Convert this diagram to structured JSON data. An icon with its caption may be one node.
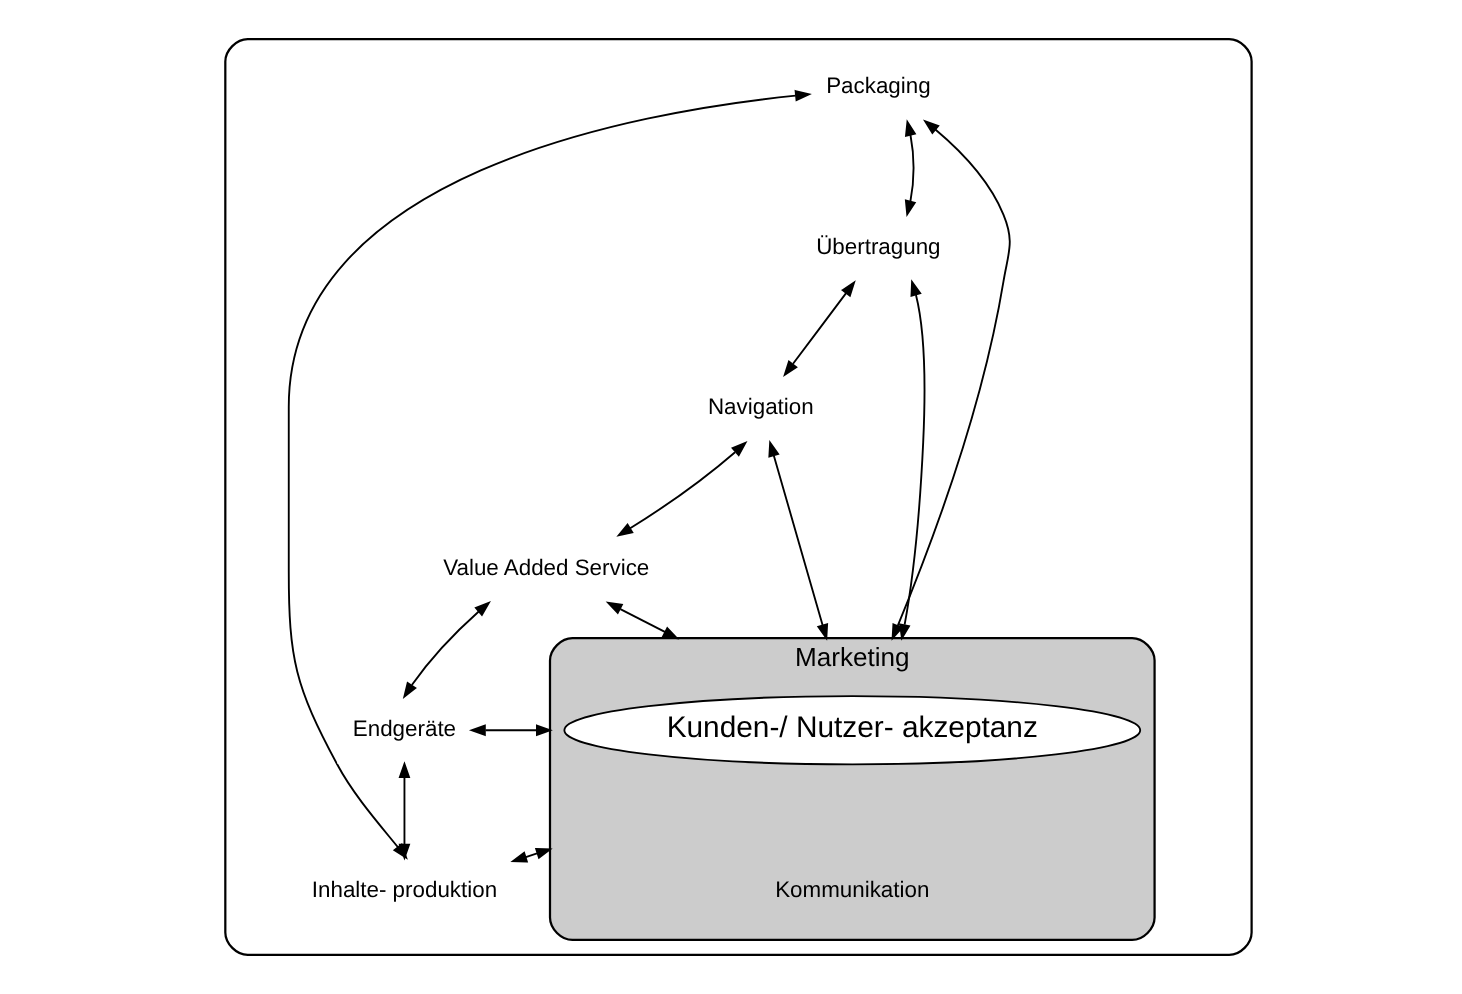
{
  "diagram": {
    "nodes": [
      {
        "text": [],
        "shape": "ellipse"
      },
      {
        "text": [
          "Marketing",
          "Kommunikation"
        ],
        "in": 0
      },
      {
        "text": [
          "Kunden-/ Nutzer- akzeptanz"
        ],
        "in": 1
      },
      {
        "text": [
          "Packaging"
        ],
        "in": 0
      },
      {
        "text": [
          "Übertragung"
        ],
        "in": 0
      },
      {
        "text": [
          "Navigation"
        ],
        "in": 0
      },
      {
        "text": [
          "Value Added Service"
        ],
        "in": 0
      },
      {
        "text": [
          "Endgeräte"
        ],
        "in": 0
      },
      {
        "text": [
          "Inhalte- produktion"
        ],
        "in": 0
      }
    ],
    "edges": [
      {
        "from": 3,
        "to": 1,
        "arrow": "both"
      },
      {
        "from": 4,
        "to": 1,
        "arrow": "both"
      },
      {
        "from": 5,
        "to": 1,
        "arrow": "both"
      },
      {
        "from": 6,
        "to": 1,
        "arrow": "both"
      },
      {
        "from": 7,
        "to": 1,
        "arrow": "both"
      },
      {
        "from": 8,
        "to": 1,
        "arrow": "both"
      },
      {
        "from": 3,
        "to": 4,
        "arrow": "both"
      },
      {
        "from": 4,
        "to": 5,
        "arrow": "both"
      },
      {
        "from": 5,
        "to": 6,
        "arrow": "both"
      },
      {
        "from": 6,
        "to": 7,
        "arrow": "both"
      },
      {
        "from": 7,
        "to": 8,
        "arrow": "both"
      },
      {
        "from": 8,
        "to": 3,
        "arrow": "both"
      }
    ]
  }
}
